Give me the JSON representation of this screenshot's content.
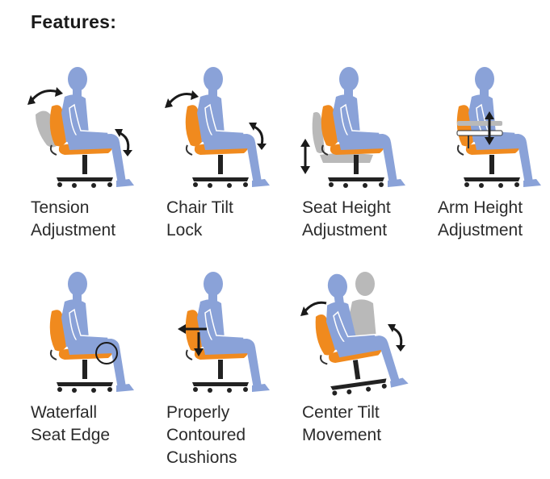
{
  "page": {
    "title": "Features:"
  },
  "colors": {
    "body": "#8aa2d8",
    "seat": "#f08a1e",
    "ghost": "#b9b9b9",
    "arrow": "#1a1a1a",
    "base": "#222222"
  },
  "features": [
    {
      "line1": "Tension",
      "line2": "Adjustment",
      "line3": "",
      "icon": "tension-adjustment-icon"
    },
    {
      "line1": "Chair Tilt",
      "line2": "Lock",
      "line3": "",
      "icon": "chair-tilt-lock-icon"
    },
    {
      "line1": "Seat Height",
      "line2": "Adjustment",
      "line3": "",
      "icon": "seat-height-adjustment-icon"
    },
    {
      "line1": "Arm Height",
      "line2": "Adjustment",
      "line3": "",
      "icon": "arm-height-adjustment-icon"
    },
    {
      "line1": "Waterfall",
      "line2": "Seat Edge",
      "line3": "",
      "icon": "waterfall-seat-edge-icon"
    },
    {
      "line1": "Properly",
      "line2": "Contoured",
      "line3": "Cushions",
      "icon": "contoured-cushions-icon"
    },
    {
      "line1": "Center Tilt",
      "line2": "Movement",
      "line3": "",
      "icon": "center-tilt-movement-icon"
    }
  ]
}
